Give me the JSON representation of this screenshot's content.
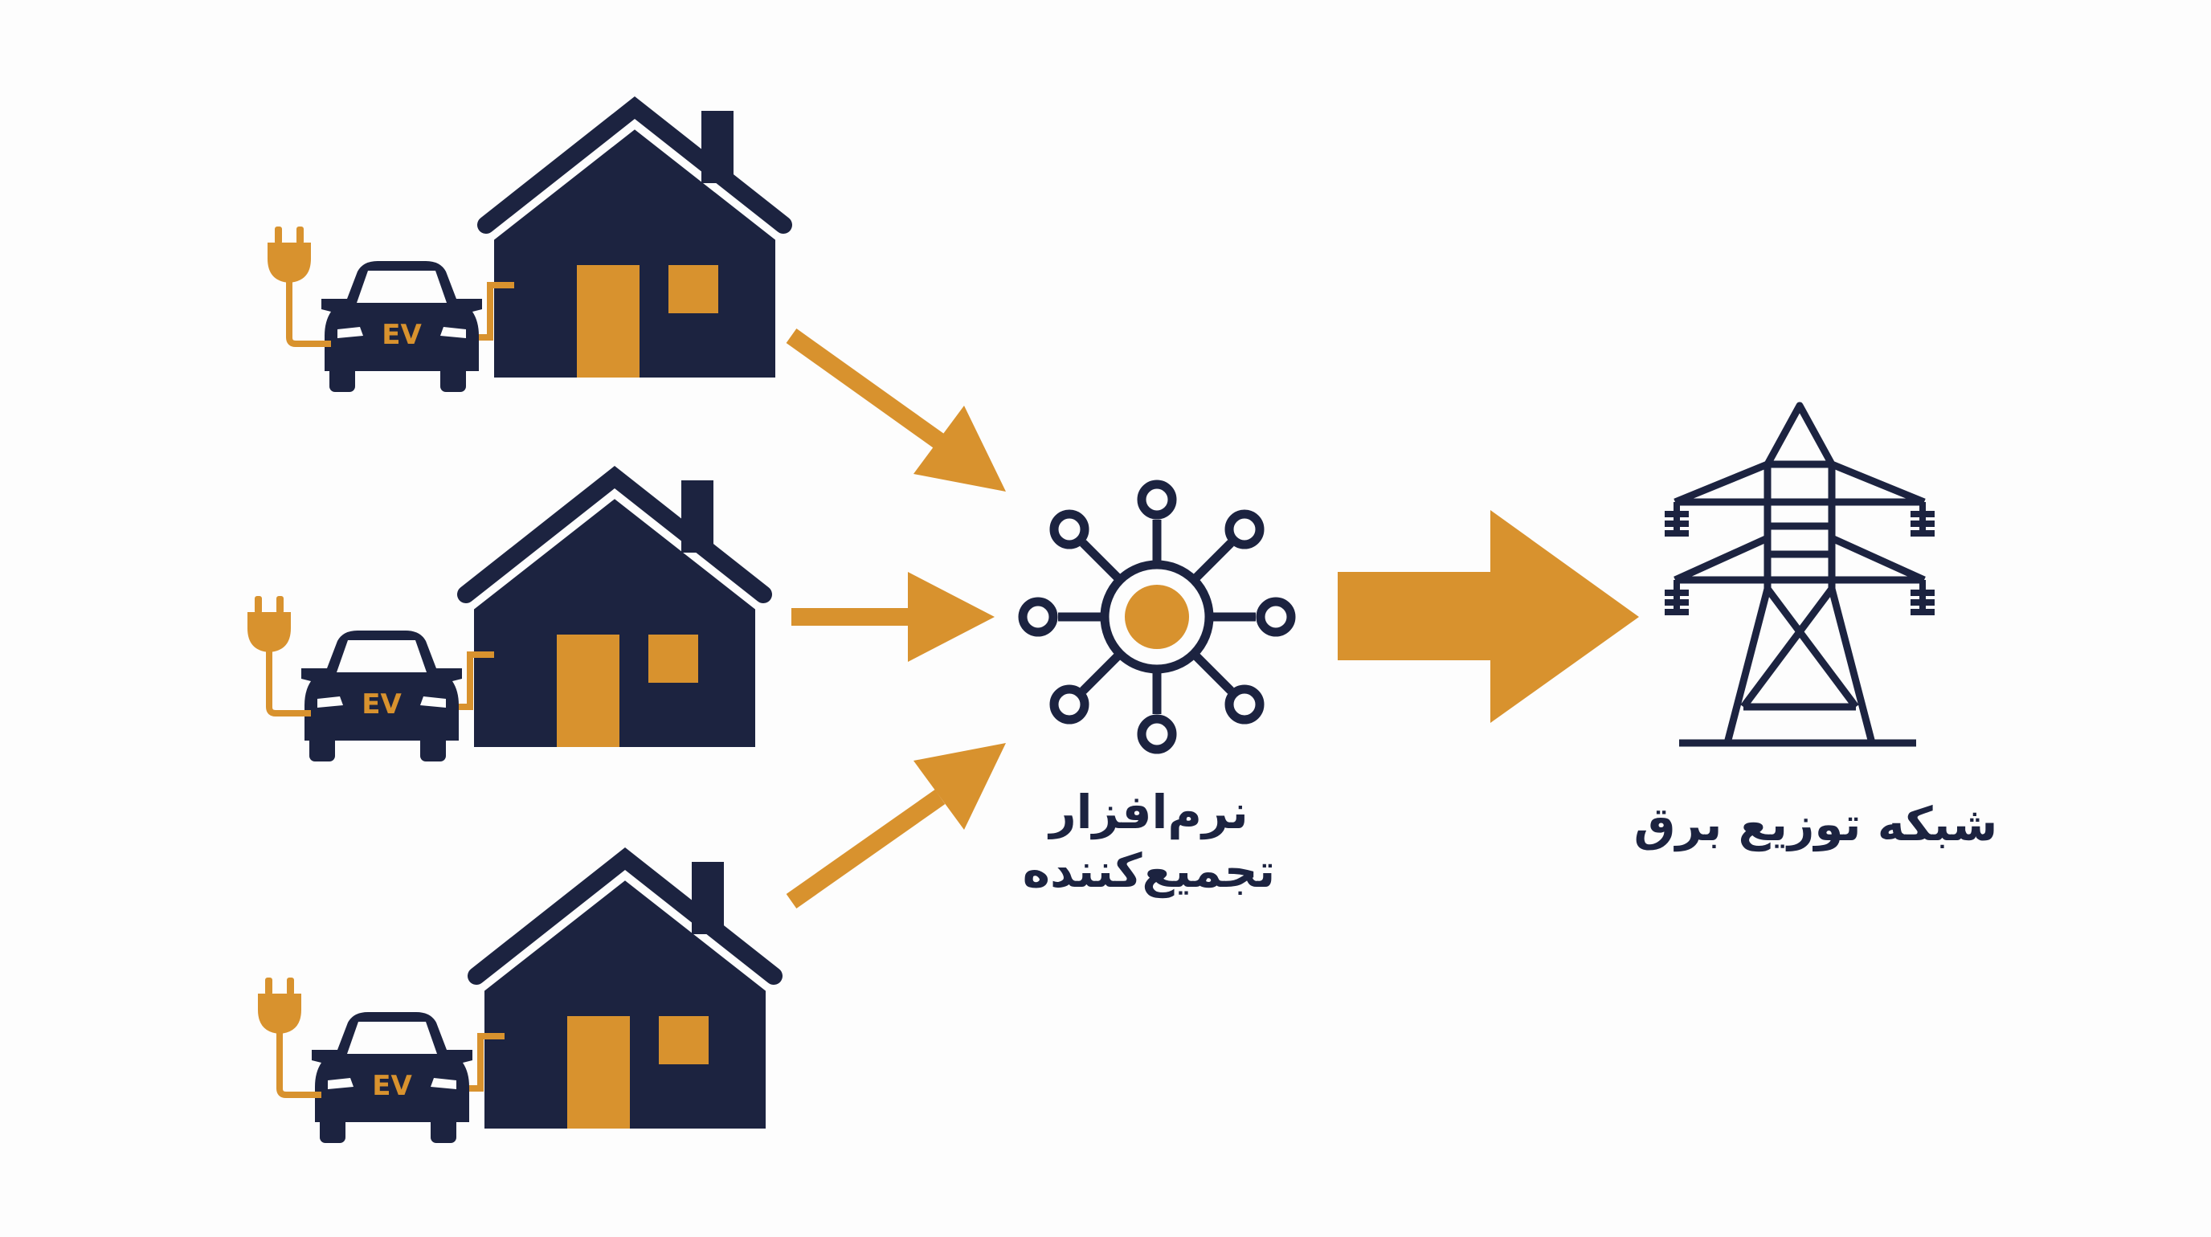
{
  "colors": {
    "navy": "#1c2340",
    "amber": "#d8922e",
    "background": "#fdfdfd"
  },
  "households": [
    {
      "ev_label": "EV"
    },
    {
      "ev_label": "EV"
    },
    {
      "ev_label": "EV"
    }
  ],
  "aggregator": {
    "label_line1": "نرم‌افزار",
    "label_line2": "تجمیع‌کننده",
    "icon": "network-hub-icon"
  },
  "grid": {
    "label": "شبکه توزیع برق",
    "icon": "transmission-tower-icon"
  }
}
